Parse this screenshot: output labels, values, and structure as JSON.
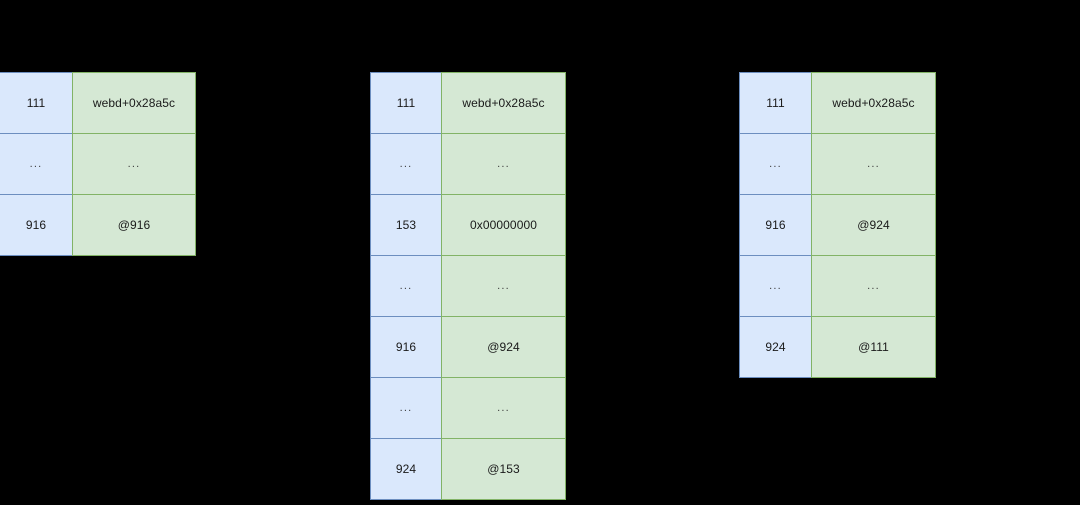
{
  "background_color": "#000000",
  "palette": {
    "address_fill": "#dae8fc",
    "address_border": "#6c8ebf",
    "value_fill": "#d5e8d4",
    "value_border": "#82b366",
    "text": "#1a1a1a"
  },
  "tables": [
    {
      "id": "table-1",
      "name": "memory-table-initial",
      "rows": [
        {
          "address": "111",
          "value": "webd+0x28a5c"
        },
        {
          "address": "...",
          "value": "...",
          "ellipsis": true
        },
        {
          "address": "916",
          "value": "@916"
        }
      ]
    },
    {
      "id": "table-2",
      "name": "memory-table-middle",
      "rows": [
        {
          "address": "111",
          "value": "webd+0x28a5c"
        },
        {
          "address": "...",
          "value": "...",
          "ellipsis": true
        },
        {
          "address": "153",
          "value": "0x00000000"
        },
        {
          "address": "...",
          "value": "...",
          "ellipsis": true
        },
        {
          "address": "916",
          "value": "@924"
        },
        {
          "address": "...",
          "value": "...",
          "ellipsis": true
        },
        {
          "address": "924",
          "value": "@153"
        }
      ]
    },
    {
      "id": "table-3",
      "name": "memory-table-final",
      "rows": [
        {
          "address": "111",
          "value": "webd+0x28a5c"
        },
        {
          "address": "...",
          "value": "...",
          "ellipsis": true
        },
        {
          "address": "916",
          "value": "@924"
        },
        {
          "address": "...",
          "value": "...",
          "ellipsis": true
        },
        {
          "address": "924",
          "value": "@111"
        }
      ]
    }
  ]
}
